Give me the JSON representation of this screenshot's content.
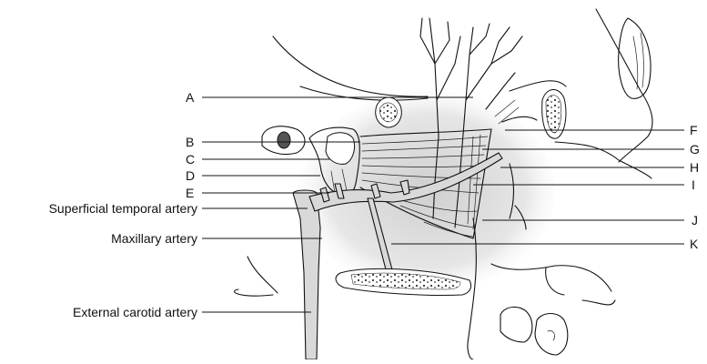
{
  "labels": {
    "left": {
      "superficial_temporal": "Superficial temporal artery",
      "maxillary": "Maxillary artery",
      "external_carotid": "External carotid artery"
    },
    "letters": {
      "a": "A",
      "b": "B",
      "c": "C",
      "d": "D",
      "e": "E",
      "f": "F",
      "g": "G",
      "h": "H",
      "i": "I",
      "j": "J",
      "k": "K"
    }
  },
  "colors": {
    "ink": "#111111",
    "shade": "#d9d9d9",
    "background": "#ffffff"
  }
}
